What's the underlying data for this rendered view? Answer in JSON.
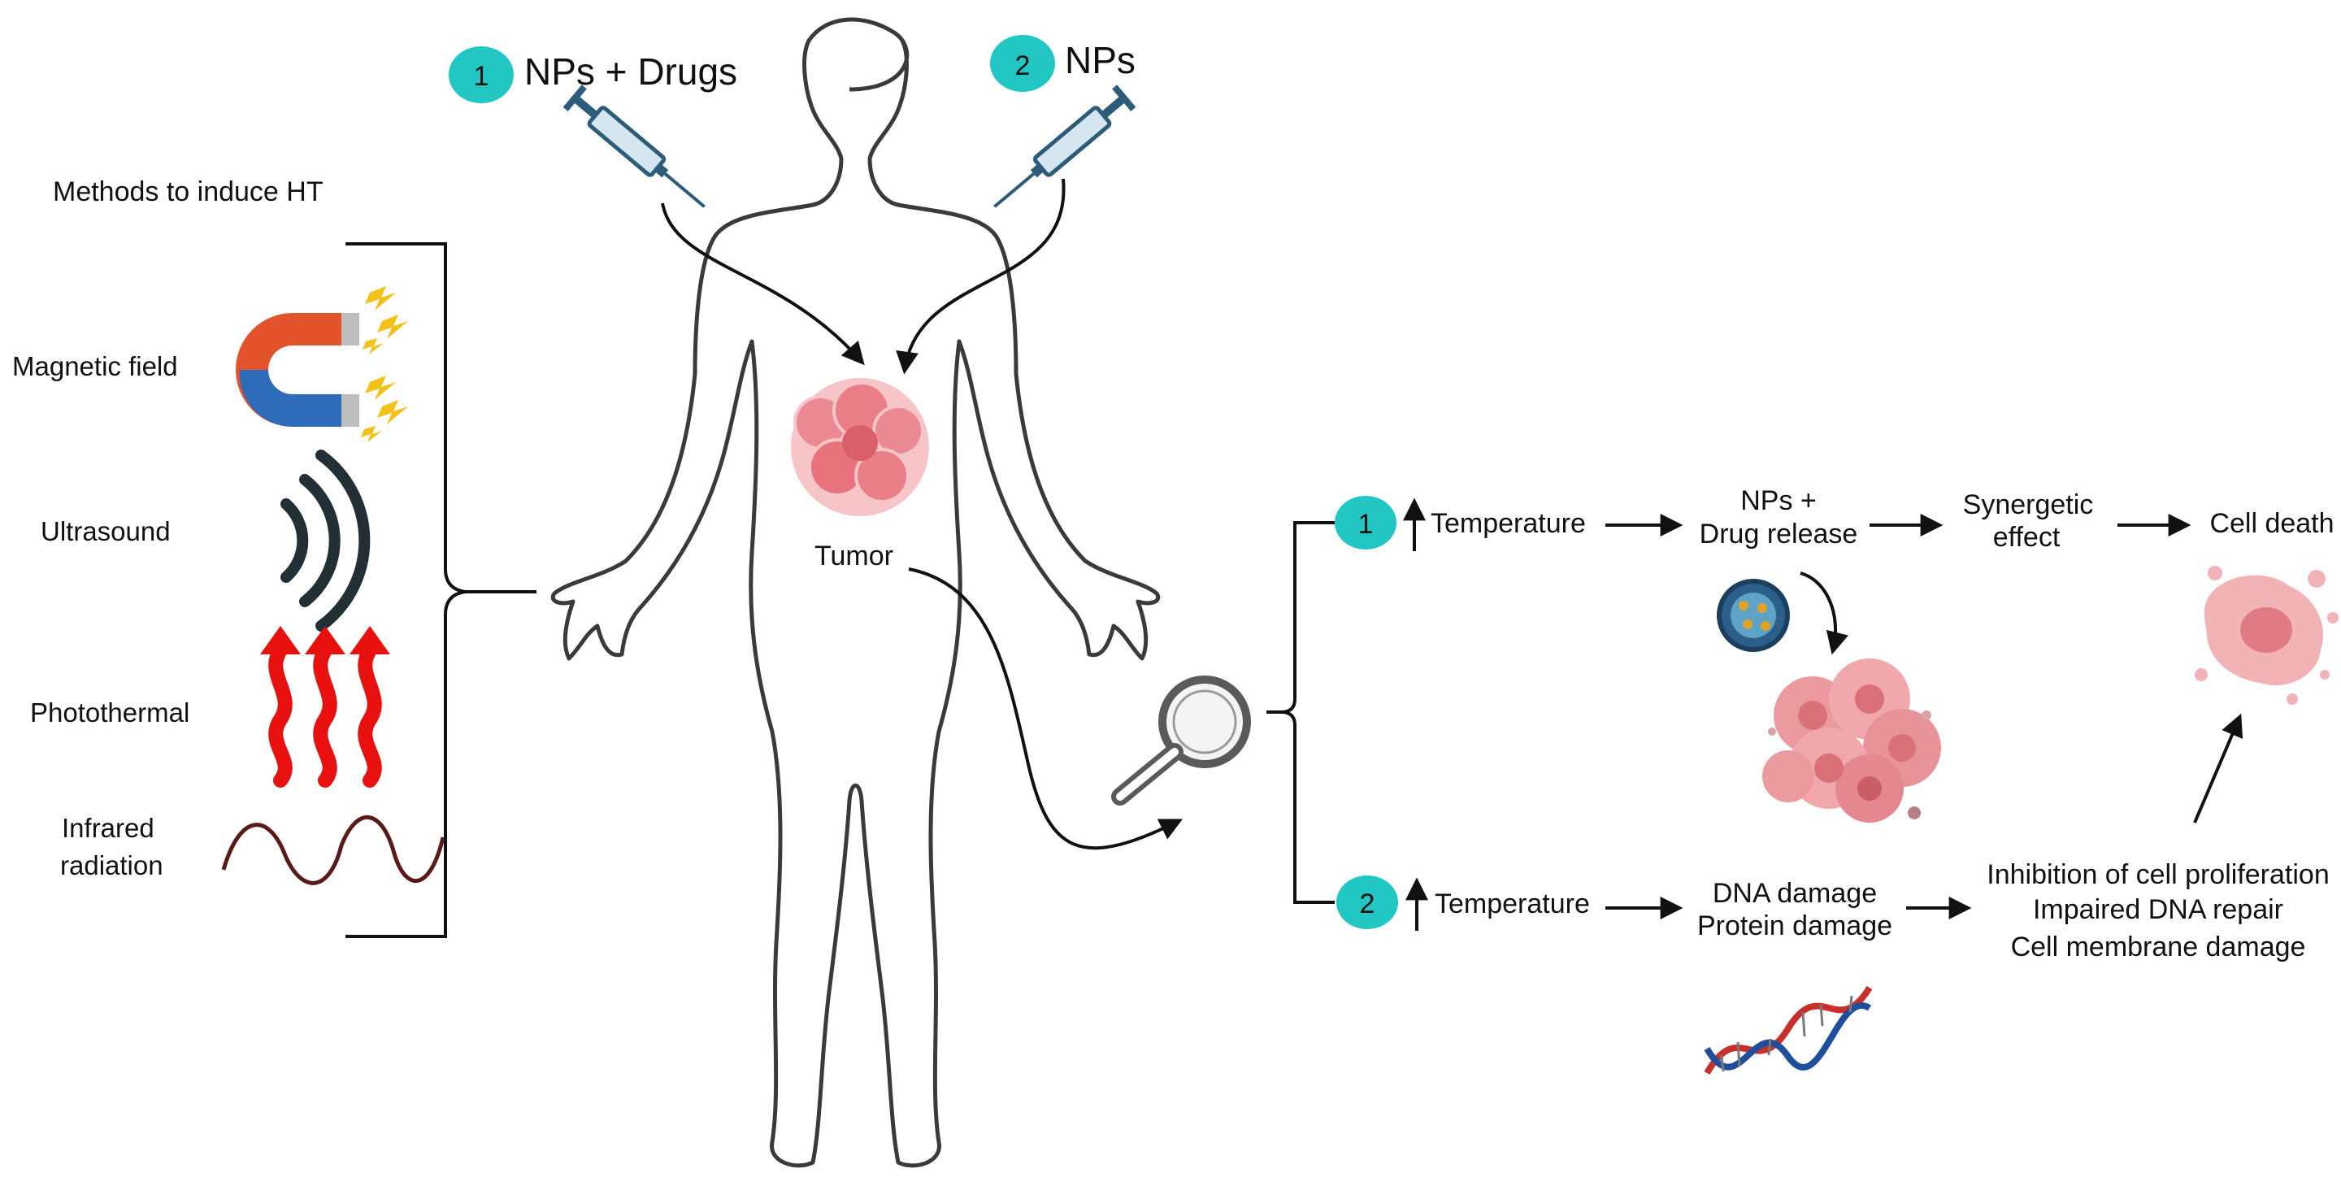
{
  "methods": {
    "title": "Methods to induce HT",
    "magnetic": "Magnetic field",
    "ultrasound": "Ultrasound",
    "photothermal": "Photothermal",
    "infrared_line1": "Infrared",
    "infrared_line2": "radiation"
  },
  "injections": {
    "left_num": "1",
    "left_label": "NPs + Drugs",
    "right_num": "2",
    "right_label": "NPs"
  },
  "tumor_label": "Tumor",
  "pathway1": {
    "num": "1",
    "step1": "Temperature",
    "step2_line1": "NPs +",
    "step2_line2": "Drug release",
    "step3_line1": "Synergetic",
    "step3_line2": "effect",
    "step4": "Cell death"
  },
  "pathway2": {
    "num": "2",
    "step1": "Temperature",
    "step2_line1": "DNA damage",
    "step2_line2": "Protein damage",
    "step3_line1": "Inhibition of cell proliferation",
    "step3_line2": "Impaired DNA repair",
    "step3_line3": "Cell membrane damage"
  },
  "colors": {
    "badge": "#22c7c4",
    "tumor": "#f2a0a5",
    "magnet_red": "#e2532c",
    "magnet_blue": "#2e6bb8",
    "heat_red": "#e8110f",
    "wave": "#5a1a1a",
    "sound": "#222f35",
    "outline": "#3a3a3a",
    "dna_red": "#c8302c",
    "dna_blue": "#1f4f9a"
  },
  "icons": [
    "magnet-icon",
    "lightning-icon",
    "ultrasound-icon",
    "heat-waves-icon",
    "infrared-wave-icon",
    "syringe-icon",
    "magnifier-icon",
    "tumor-cell-icon",
    "nanoparticle-icon",
    "dna-icon",
    "temperature-up-arrow-icon"
  ]
}
